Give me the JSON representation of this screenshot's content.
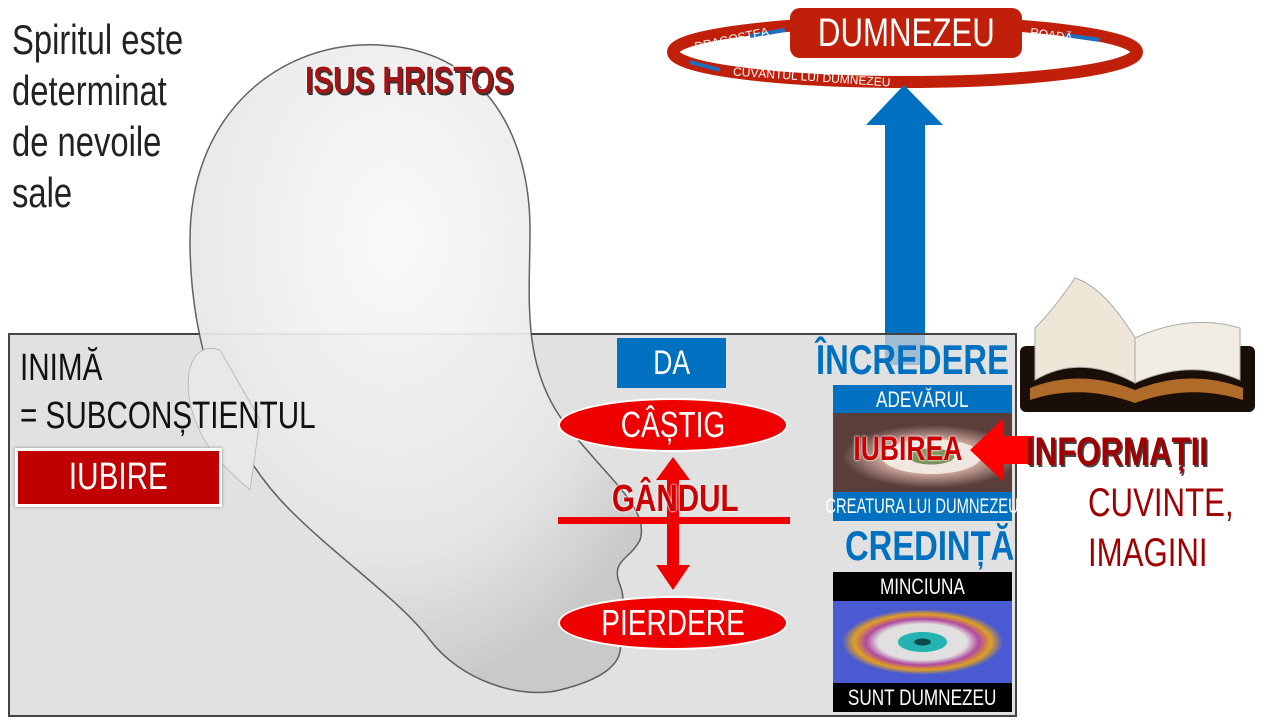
{
  "intro_text": [
    "Spiritul este",
    "determinat",
    "de nevoile",
    "sale"
  ],
  "head_label": "ISUS HRISTOS",
  "heart": {
    "line1": "INIMĂ",
    "line2": "= SUBCONȘTIENTUL",
    "badge": "IUBIRE"
  },
  "thought": {
    "yes": "DA",
    "gain": "CÂȘTIG",
    "thought": "GÂNDUL",
    "loss": "PIERDERE"
  },
  "trust": {
    "title": "ÎNCREDERE",
    "top_bar": "ADEVĂRUL",
    "eye_label": "IUBIREA",
    "bottom_bar": "CREATURA LUI DUMNEZEU"
  },
  "faith": {
    "title": "CREDINȚĂ",
    "top_bar": "MINCIUNA",
    "bottom_bar": "SUNT DUMNEZEU"
  },
  "information": {
    "title": "INFORMAȚII",
    "line1": "CUVINTE,",
    "line2": "IMAGINI"
  },
  "god_cycle": {
    "center": "DUMNEZEU",
    "left": "DRAGOSTEA",
    "right": "ROADĂ",
    "bottom": "CUVÂNTUL LUI DUMNEZEU"
  },
  "colors": {
    "red": "#c00000",
    "blue": "#0070c0",
    "dark_red": "#a00000"
  }
}
